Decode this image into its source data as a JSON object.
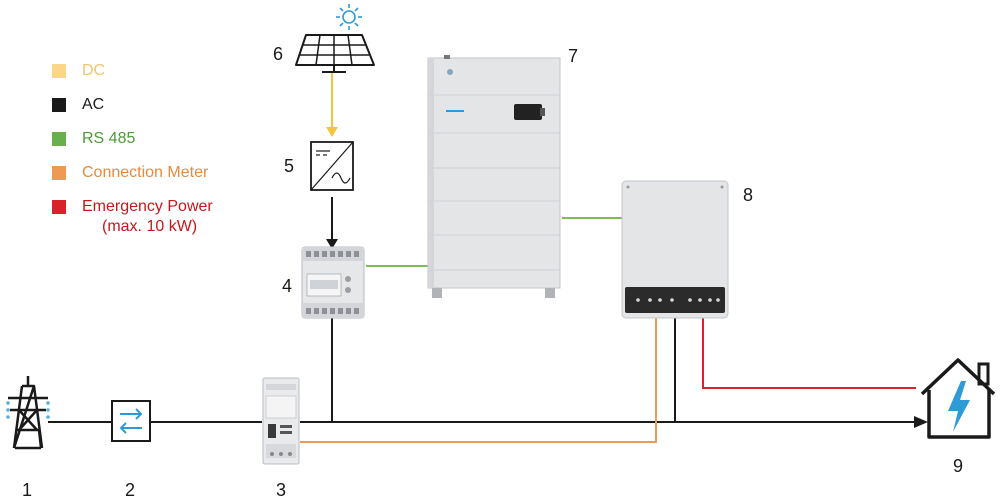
{
  "legend": {
    "dc": {
      "label": "DC",
      "color": "#FBD68A",
      "text_color": "#F5C56A"
    },
    "ac": {
      "label": "AC",
      "color": "#1A1A1A",
      "text_color": "#1A1A1A"
    },
    "rs485": {
      "label": "RS 485",
      "color": "#6AAF4E",
      "text_color": "#4E9A3A"
    },
    "connection_meter": {
      "label": "Connection Meter",
      "color": "#EE9A55",
      "text_color": "#E88A3C"
    },
    "emergency_power": {
      "label": "Emergency Power",
      "label2": "(max. 10 kW)",
      "color": "#D9232A",
      "text_color": "#C8161D"
    }
  },
  "components": {
    "grid_pylon": {
      "number": "1",
      "icon": "power-pylon-icon"
    },
    "switch": {
      "number": "2",
      "icon": "bidirectional-switch-icon"
    },
    "meter_small": {
      "number": "3",
      "icon": "din-meter-icon"
    },
    "meter_large": {
      "number": "4",
      "icon": "energy-meter-icon"
    },
    "pv_inverter": {
      "number": "5",
      "icon": "dc-ac-inverter-icon"
    },
    "solar_panel": {
      "number": "6",
      "icon": "solar-panel-icon"
    },
    "battery": {
      "number": "7",
      "icon": "battery-storage-icon"
    },
    "hybrid_inverter": {
      "number": "8",
      "icon": "hybrid-inverter-icon"
    },
    "house": {
      "number": "9",
      "icon": "house-lightning-icon"
    }
  },
  "colors": {
    "sun": "#2E9BD6",
    "house_bolt": "#2E9BD6",
    "device_grey": "#E4E5E7",
    "panel_dark": "#333333"
  }
}
